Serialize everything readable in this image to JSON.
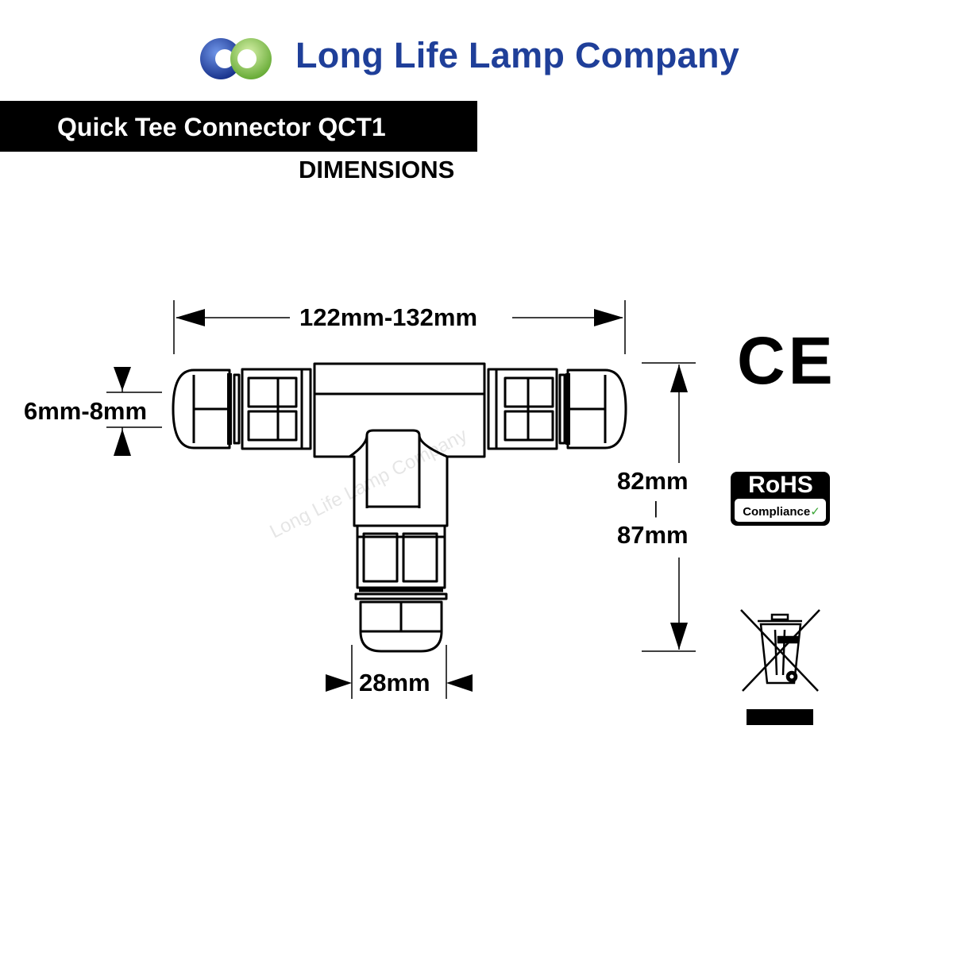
{
  "header": {
    "logo_icon": "company-logo-rings",
    "brand_name": "Long Life Lamp Company",
    "colors": {
      "brand_blue": "#1f3f99",
      "logo_green": "#7dc242"
    }
  },
  "title": {
    "product_name": "Quick Tee Connector QCT1",
    "section_label": "DIMENSIONS"
  },
  "dimensions": {
    "overall_width": "122mm-132mm",
    "cable_diameter": "6mm-8mm",
    "height_min": "82mm",
    "height_separator": "|",
    "height_max": "87mm",
    "base_width": "28mm"
  },
  "watermark": "Long Life Lamp Company",
  "certifications": {
    "ce_mark": "CE",
    "rohs_title": "RoHS",
    "rohs_subtitle": "Compliance",
    "weee_icon": "crossed-out-wheelie-bin-icon"
  }
}
